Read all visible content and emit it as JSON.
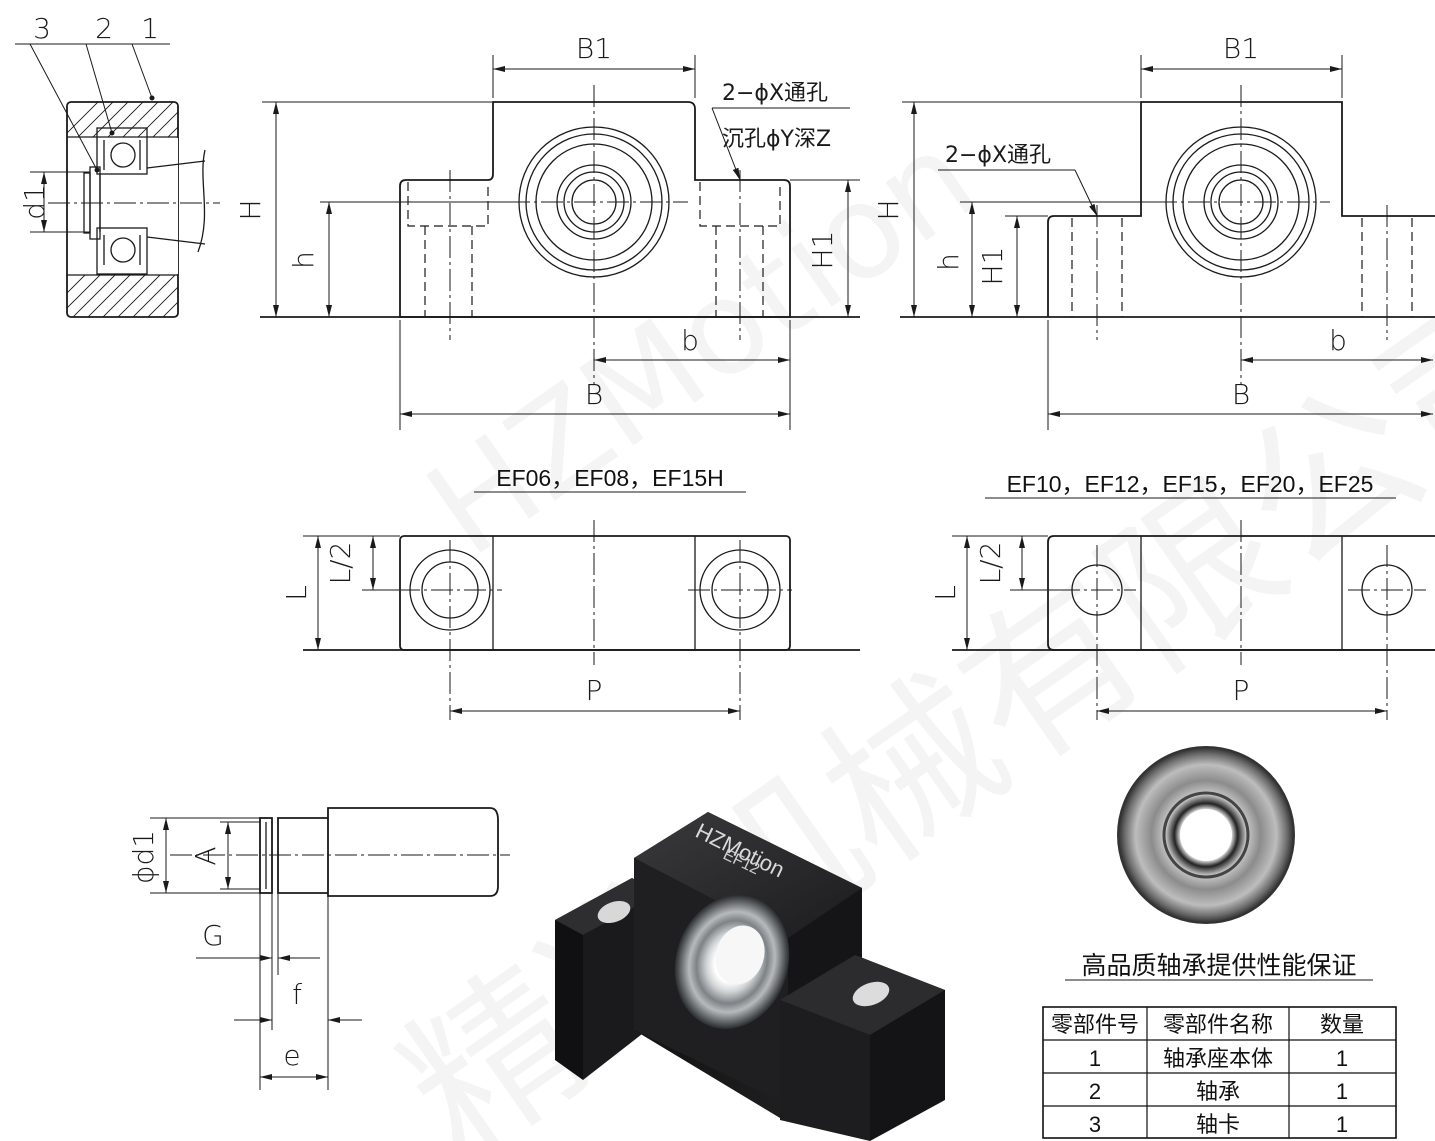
{
  "labels": {
    "part3": "3",
    "part2": "2",
    "part1": "1",
    "d1": "d1",
    "H": "H",
    "h": "h",
    "H1": "H1",
    "B1": "B1",
    "B": "B",
    "b": "b",
    "L": "L",
    "L2": "L/2",
    "P": "P",
    "phid1": "ϕd1",
    "A": "A",
    "G": "G",
    "f": "f",
    "e": "e"
  },
  "notes": {
    "through_hole": "2−ϕX通孔",
    "counterbore": "沉孔ϕY深Z",
    "through_hole_right": "2−ϕX通孔"
  },
  "captions": {
    "left_models": "EF06，EF08，EF15H",
    "right_models": "EF10，EF12，EF15，EF20，EF25",
    "bearing_quality": "高品质轴承提供性能保证"
  },
  "product_text": {
    "brand": "HZMotion",
    "model": "EF12"
  },
  "watermark": {
    "latin": "HZMotion",
    "chinese": "精准机械有限公司"
  },
  "parts_table": {
    "headers": [
      "零部件号",
      "零部件名称",
      "数量"
    ],
    "rows": [
      [
        "1",
        "轴承座本体",
        "1"
      ],
      [
        "2",
        "轴承",
        "1"
      ],
      [
        "3",
        "轴卡",
        "1"
      ]
    ]
  }
}
